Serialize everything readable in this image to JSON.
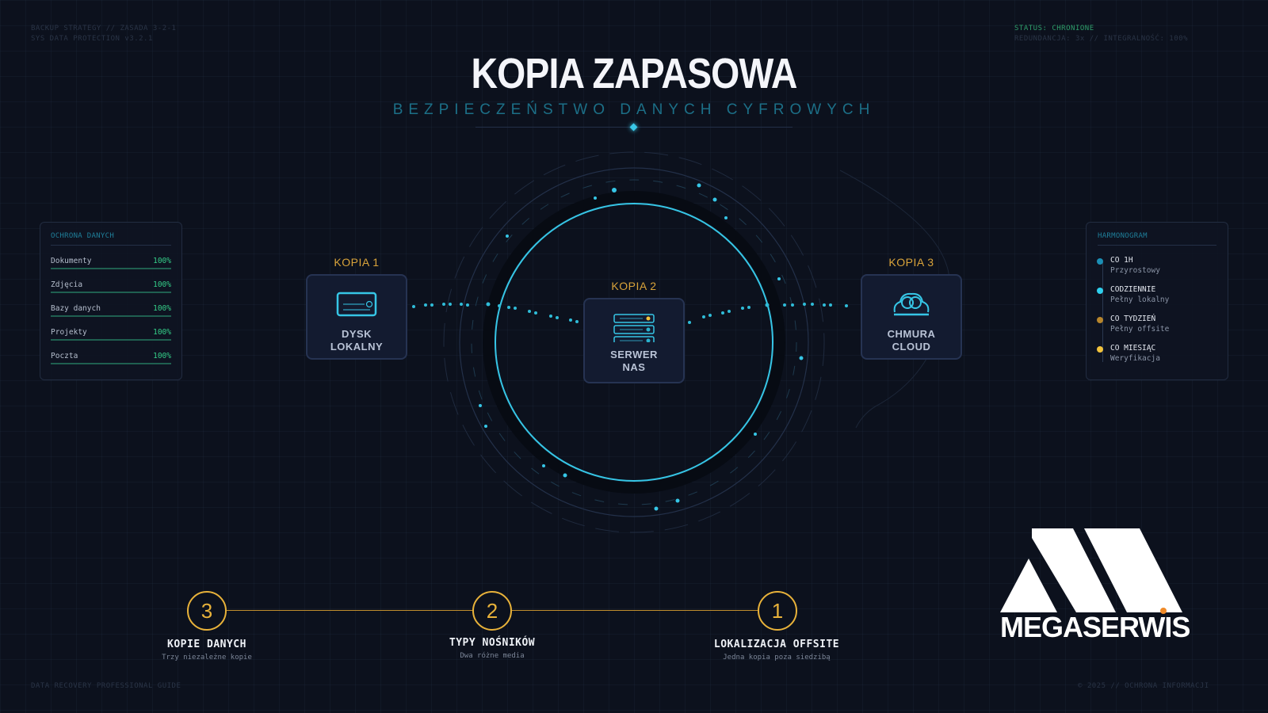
{
  "header": {
    "top_left": [
      "BACKUP STRATEGY // ZASADA 3-2-1",
      "SYS DATA PROTECTION v3.2.1"
    ],
    "top_right": [
      "STATUS: CHRONIONE",
      "REDUNDANCJA: 3x // INTEGRALNOŚĆ: 100%"
    ],
    "title": "KOPIA ZAPASOWA",
    "subtitle": "BEZPIECZEŃSTWO DANYCH CYFROWYCH"
  },
  "protection_panel": {
    "title": "OCHRONA DANYCH",
    "items": [
      {
        "label": "Dokumenty",
        "value": "100%"
      },
      {
        "label": "Zdjęcia",
        "value": "100%"
      },
      {
        "label": "Bazy danych",
        "value": "100%"
      },
      {
        "label": "Projekty",
        "value": "100%"
      },
      {
        "label": "Poczta",
        "value": "100%"
      }
    ]
  },
  "schedule_panel": {
    "title": "HARMONOGRAM",
    "items": [
      {
        "when": "CO 1H",
        "what": "Przyrostowy",
        "color": "#1b8fb5"
      },
      {
        "when": "CODZIENNIE",
        "what": "Pełny lokalny",
        "color": "#2fd0ee"
      },
      {
        "when": "CO TYDZIEŃ",
        "what": "Pełny offsite",
        "color": "#b8862c"
      },
      {
        "when": "CO MIESIĄC",
        "what": "Weryfikacja",
        "color": "#f2c33c"
      }
    ]
  },
  "nodes": [
    {
      "copy": "KOPIA 1",
      "line1": "DYSK",
      "line2": "LOKALNY",
      "icon": "hard-drive-icon"
    },
    {
      "copy": "KOPIA 2",
      "line1": "SERWER",
      "line2": "NAS",
      "icon": "server-icon"
    },
    {
      "copy": "KOPIA 3",
      "line1": "CHMURA",
      "line2": "CLOUD",
      "icon": "cloud-icon"
    }
  ],
  "steps": [
    {
      "number": "3",
      "title": "KOPIE DANYCH",
      "desc": "Trzy niezależne kopie"
    },
    {
      "number": "2",
      "title": "TYPY NOŚNIKÓW",
      "desc": "Dwa różne media"
    },
    {
      "number": "1",
      "title": "LOKALIZACJA OFFSITE",
      "desc": "Jedna kopia poza siedzibą"
    }
  ],
  "footer": {
    "left": "DATA RECOVERY PROFESSIONAL GUIDE",
    "right": "© 2025 // OCHRONA INFORMACJI"
  },
  "logo": {
    "text": "MEGASERWIS"
  },
  "colors": {
    "accent_cyan": "#39c8e8",
    "accent_gold": "#e8b23a",
    "status_green": "#35d08a",
    "background": "#0c111d"
  }
}
